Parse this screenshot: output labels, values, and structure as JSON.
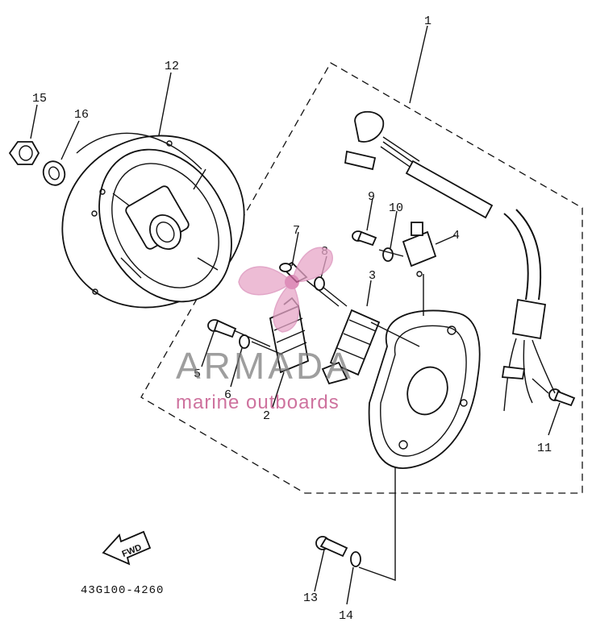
{
  "diagram": {
    "callouts": [
      {
        "id": "1",
        "label": "1"
      },
      {
        "id": "2",
        "label": "2"
      },
      {
        "id": "3",
        "label": "3"
      },
      {
        "id": "4",
        "label": "4"
      },
      {
        "id": "5",
        "label": "5"
      },
      {
        "id": "6",
        "label": "6"
      },
      {
        "id": "7",
        "label": "7"
      },
      {
        "id": "8",
        "label": "8"
      },
      {
        "id": "9",
        "label": "9"
      },
      {
        "id": "10",
        "label": "10"
      },
      {
        "id": "11",
        "label": "11"
      },
      {
        "id": "12",
        "label": "12"
      },
      {
        "id": "13",
        "label": "13"
      },
      {
        "id": "14",
        "label": "14"
      },
      {
        "id": "15",
        "label": "15"
      },
      {
        "id": "16",
        "label": "16"
      }
    ],
    "direction_label": "FWD",
    "drawing_code": "43G100-4260"
  },
  "watermark": {
    "brand": "ARMADA",
    "subtitle": "marine outboards",
    "brand_color": "#7a7a7a",
    "accent_color": "#e7a6c8"
  },
  "icons": {
    "watermark_logo": "propeller-icon",
    "direction_arrow": "arrow-left-icon"
  }
}
